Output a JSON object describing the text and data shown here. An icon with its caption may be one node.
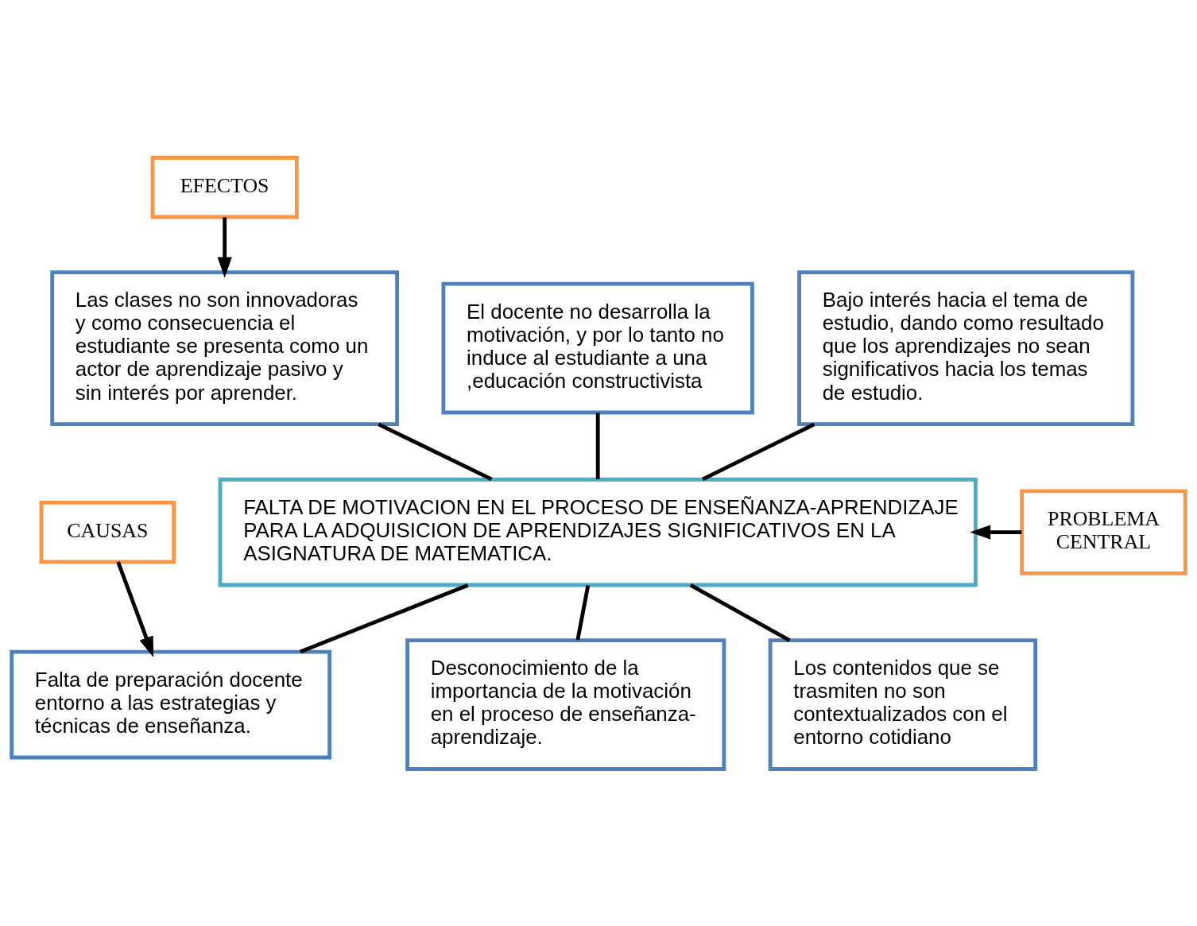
{
  "diagram": {
    "nodes": [
      {
        "text": [
          "EFECTOS"
        ]
      },
      {
        "text": [
          "Las clases no son innovadoras y como consecuencia el estudiante se presenta como un actor de aprendizaje pasivo y sin interés por aprender."
        ]
      },
      {
        "text": [
          "El docente no desarrolla la motivación, y por lo tanto no induce al estudiante a una ,educación constructivista"
        ]
      },
      {
        "text": [
          "Bajo interés hacia el tema de estudio, dando como resultado que los aprendizajes no sean significativos hacia los temas de estudio."
        ]
      },
      {
        "text": [
          "PROBLEMA CENTRAL"
        ]
      },
      {
        "text": [
          "FALTA DE MOTIVACION EN EL PROCESO DE ENSEÑANZA-APRENDIZAJE PARA LA ADQUISICION DE APRENDIZAJES SIGNIFICATIVOS EN LA ASIGNATURA DE MATEMATICA."
        ]
      },
      {
        "text": [
          "Falta de preparación docente entorno a las estrategias y técnicas de enseñanza."
        ]
      },
      {
        "text": [
          "Desconocimiento de la importancia de la motivación en el proceso de enseñanza-aprendizaje."
        ]
      },
      {
        "text": [
          "Los contenidos que se trasmiten no son contextualizados con el entorno cotidiano"
        ]
      },
      {
        "text": [
          "CAUSAS"
        ]
      }
    ],
    "edges": [
      {
        "from": 0,
        "to": 1,
        "arrow": "to"
      },
      {
        "from": 1,
        "to": 5,
        "arrow": "none"
      },
      {
        "from": 2,
        "to": 5,
        "arrow": "none"
      },
      {
        "from": 3,
        "to": 5,
        "arrow": "none"
      },
      {
        "from": 4,
        "to": 5,
        "arrow": "to"
      },
      {
        "from": 5,
        "to": 6,
        "arrow": "none"
      },
      {
        "from": 5,
        "to": 7,
        "arrow": "none"
      },
      {
        "from": 5,
        "to": 8,
        "arrow": "none"
      },
      {
        "from": 9,
        "to": 6,
        "arrow": "to"
      }
    ]
  }
}
